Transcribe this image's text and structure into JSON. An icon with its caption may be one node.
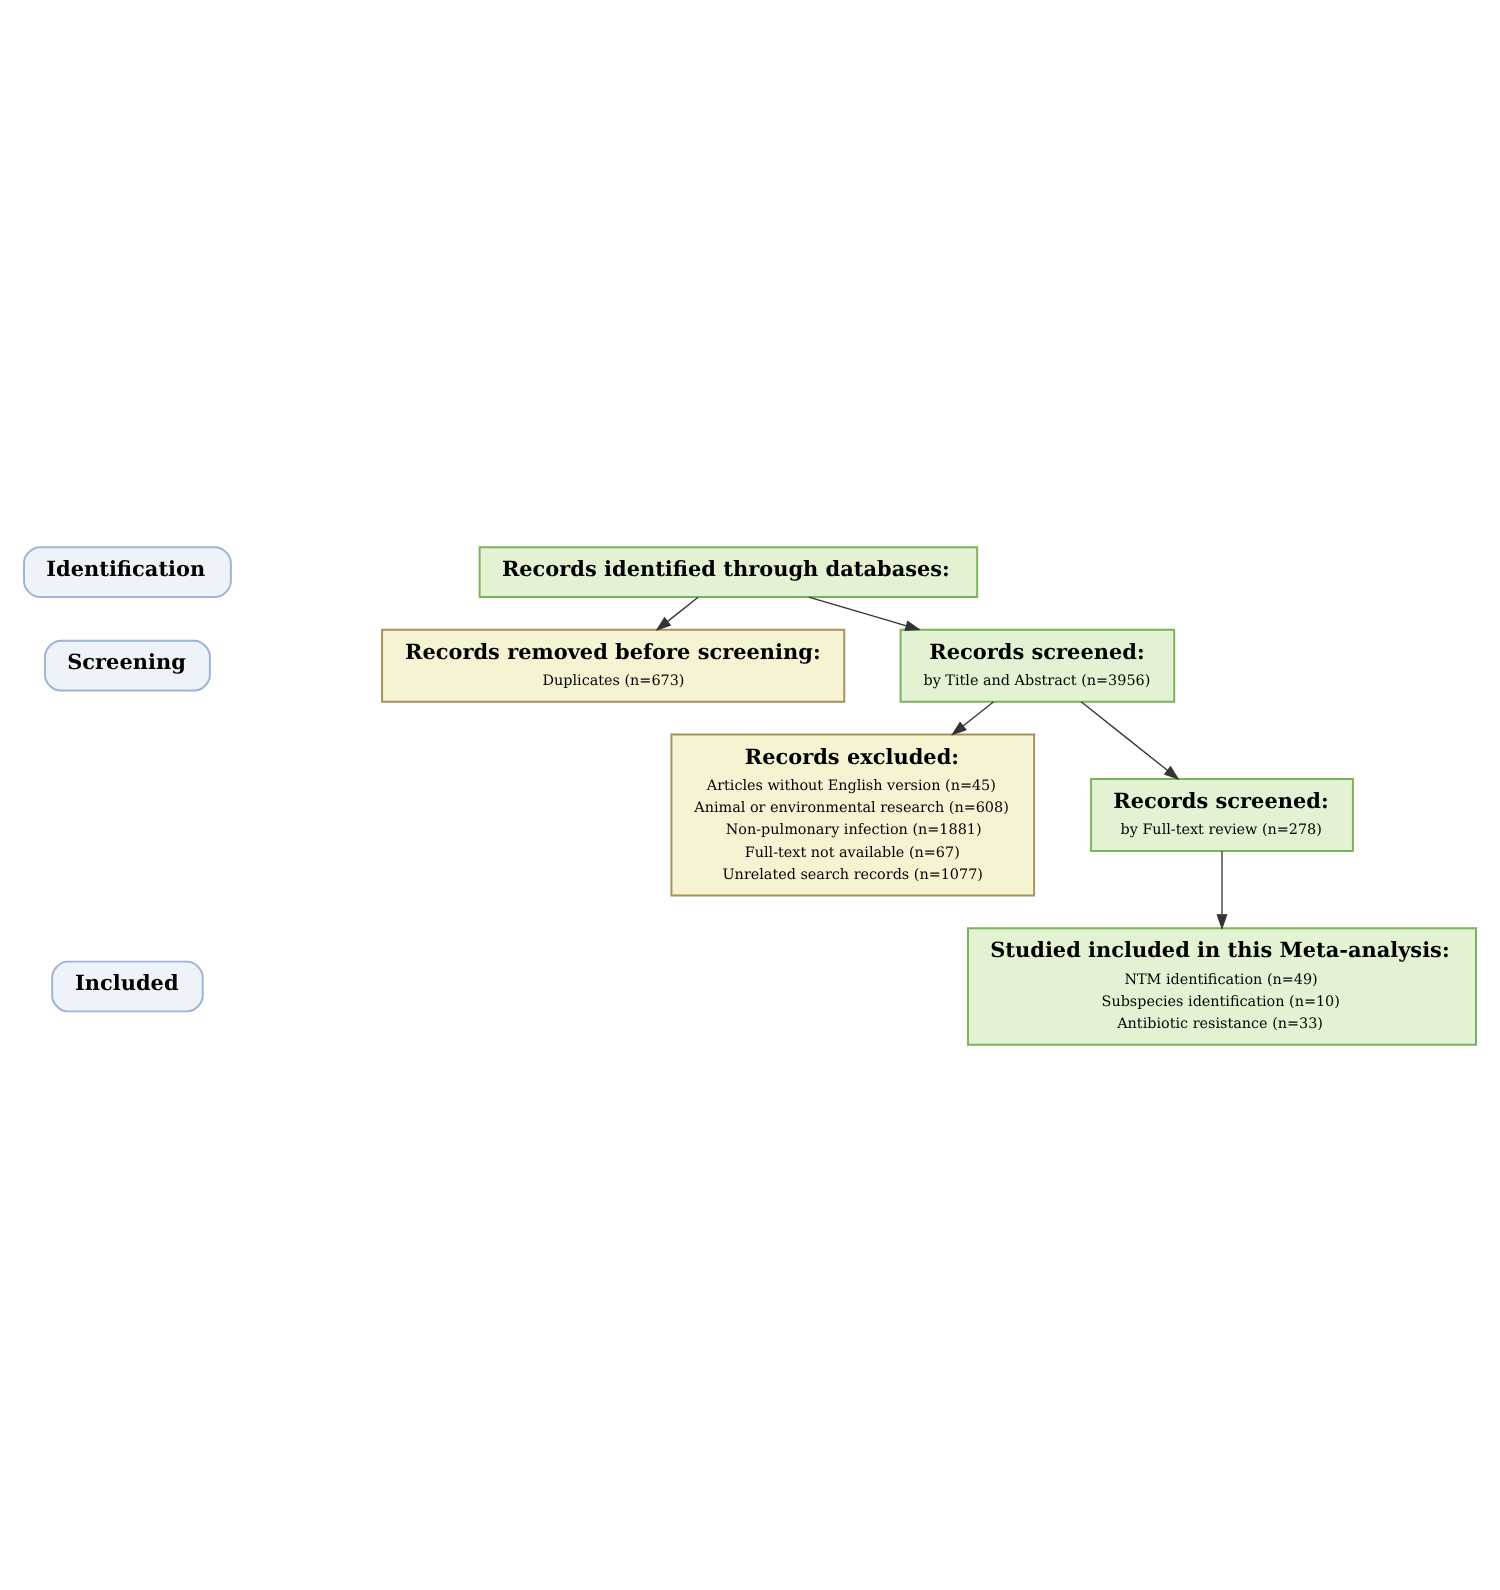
{
  "diagram": {
    "nodes": [
      {
        "text": [
          "Identification"
        ]
      },
      {
        "text": [
          "Screening"
        ]
      },
      {
        "text": [
          "Included"
        ]
      },
      {
        "text": [
          "Records identified through databases:"
        ]
      },
      {
        "text": [
          "Records removed before screening:",
          "Duplicates (n=673)"
        ]
      },
      {
        "text": [
          "Records screened:",
          "by Title and Abstract (n=3956)"
        ]
      },
      {
        "text": [
          "Records excluded:",
          "Articles without English version (n=45)",
          "Animal or environmental research (n=608)",
          "Non-pulmonary infection (n=1881)",
          "Full-text not available (n=67)",
          "Unrelated search records (n=1077)"
        ]
      },
      {
        "text": [
          "Records screened:",
          "by Full-text review (n=278)"
        ]
      },
      {
        "text": [
          "Studied included in this Meta-analysis:",
          "NTM identification (n=49)",
          "Subspecies identification (n=10)",
          "Antibiotic resistance (n=33)"
        ]
      }
    ],
    "edges": [
      {
        "from": 3,
        "to": 4,
        "arrow": "to"
      },
      {
        "from": 3,
        "to": 5,
        "arrow": "to"
      },
      {
        "from": 5,
        "to": 6,
        "arrow": "to"
      },
      {
        "from": 5,
        "to": 7,
        "arrow": "to"
      },
      {
        "from": 7,
        "to": 8,
        "arrow": "to"
      }
    ]
  }
}
